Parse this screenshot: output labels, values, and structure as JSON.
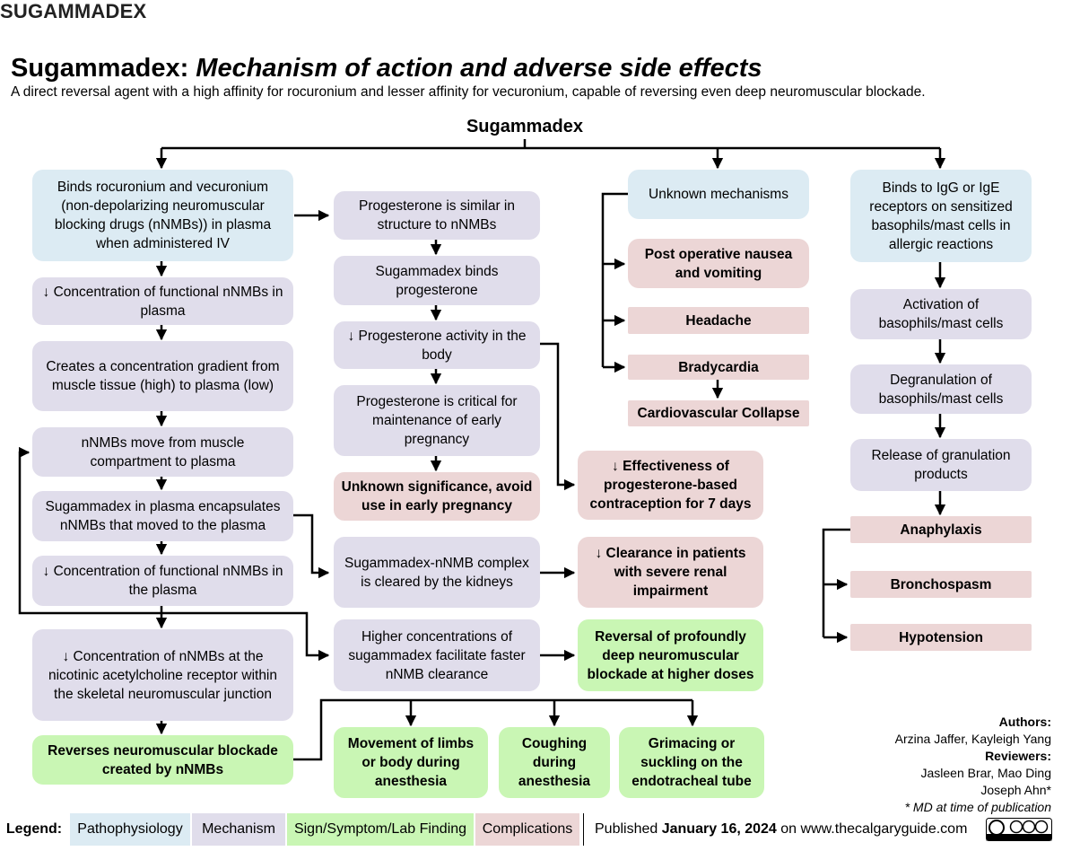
{
  "top_label": "SUGAMMADEX",
  "title": {
    "main": "Sugammadex:",
    "italic": "Mechanism of action and adverse side effects"
  },
  "subtitle": "A direct reversal agent with a high affinity for rocuronium and lesser affinity for vecuronium, capable of reversing even deep neuromuscular blockade.",
  "root_label": "Sugammadex",
  "col1": {
    "binds": "Binds rocuronium and vecuronium (non-depolarizing neuromuscular blocking drugs (nNMBs)) in plasma when administered IV",
    "conc1": "↓ Concentration of functional nNMBs in plasma",
    "gradient": "Creates a concentration gradient from muscle tissue (high) to plasma (low)",
    "move": "nNMBs move from muscle compartment to plasma",
    "encap": "Sugammadex in plasma encapsulates nNMBs that moved to the plasma",
    "conc2": "↓ Concentration of functional nNMBs in the plasma",
    "conc3": "↓ Concentration of nNMBs at the nicotinic acetylcholine receptor within the skeletal neuromuscular junction",
    "reverses": "Reverses neuromuscular blockade created by nNMBs"
  },
  "col2": {
    "prog_similar": "Progesterone is similar in structure to nNMBs",
    "binds_prog": "Sugammadex binds progesterone",
    "prog_activity": "↓ Progesterone activity in the body",
    "prog_critical": "Progesterone is critical for maintenance of early pregnancy",
    "unknown_sig": "Unknown significance, avoid use in early pregnancy",
    "complex": "Sugammadex-nNMB complex is cleared by the kidneys",
    "higher_conc": "Higher concentrations of sugammadex facilitate faster nNMB clearance"
  },
  "col3": {
    "contraception": "↓ Effectiveness of progesterone-based contraception for 7 days",
    "clearance": "↓ Clearance in patients with severe renal impairment",
    "reversal": "Reversal of profoundly deep neuromuscular blockade at higher doses"
  },
  "col4": {
    "unknown": "Unknown mechanisms",
    "ponv": "Post operative nausea and vomiting",
    "headache": "Headache",
    "brady": "Bradycardia",
    "cv_collapse": "Cardiovascular Collapse"
  },
  "col5": {
    "binds_ig": "Binds to IgG or IgE receptors on sensitized basophils/mast cells in allergic reactions",
    "activation": "Activation of basophils/mast cells",
    "degran": "Degranulation of basophils/mast cells",
    "release": "Release of granulation products",
    "anaphylaxis": "Anaphylaxis",
    "bronchospasm": "Bronchospasm",
    "hypotension": "Hypotension"
  },
  "bottom": {
    "movement": "Movement of limbs or body during anesthesia",
    "coughing": "Coughing during anesthesia",
    "grimacing": "Grimacing or suckling on the endotracheal tube"
  },
  "credits": {
    "authors_label": "Authors:",
    "authors": "Arzina Jaffer, Kayleigh Yang",
    "reviewers_label": "Reviewers:",
    "reviewers1": "Jasleen Brar, Mao Ding",
    "reviewers2": "Joseph Ahn*",
    "note": "* MD at time of publication"
  },
  "legend": {
    "label": "Legend:",
    "patho": "Pathophysiology",
    "mech": "Mechanism",
    "sign": "Sign/Symptom/Lab Finding",
    "comp": "Complications",
    "published_prefix": "Published",
    "published_date": "January 16, 2024",
    "published_suffix": "on www.thecalgaryguide.com",
    "license_icon": "cc-by-nc-sa-icon"
  },
  "colors": {
    "pathophysiology": "#dcebf3",
    "mechanism": "#e0ddeb",
    "sign": "#c9f6b4",
    "complication": "#ecd6d6"
  }
}
